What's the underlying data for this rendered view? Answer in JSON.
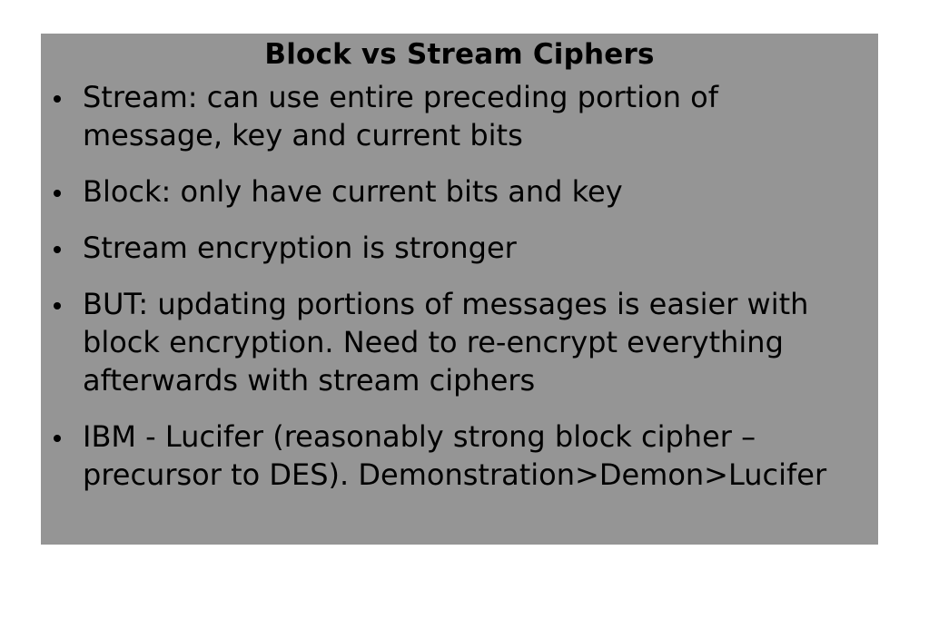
{
  "slide": {
    "title": "Block vs Stream Ciphers",
    "bullets": [
      "Stream: can use entire preceding portion of message, key and current bits",
      "Block: only have current bits and key",
      "Stream encryption is stronger",
      "BUT: updating portions of messages is easier with block encryption. Need to re-encrypt everything afterwards with stream ciphers",
      "IBM - Lucifer (reasonably strong block cipher – precursor to DES). Demonstration>Demon>Lucifer"
    ]
  },
  "colors": {
    "box_background": "#959595",
    "page_background": "#ffffff",
    "text": "#000000"
  }
}
